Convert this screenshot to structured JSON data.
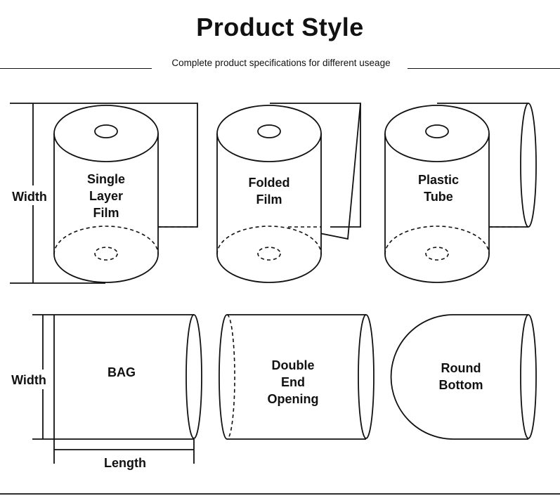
{
  "header": {
    "title": "Product Style",
    "subtitle": "Complete product specifications for different useage"
  },
  "styles": {
    "single_layer_film": [
      "Single",
      "Layer",
      "Film"
    ],
    "folded_film": [
      "Folded",
      "Film"
    ],
    "plastic_tube": [
      "Plastic",
      "Tube"
    ],
    "bag": [
      "BAG"
    ],
    "double_end_opening": [
      "Double",
      "End",
      "Opening"
    ],
    "round_bottom": [
      "Round",
      "Bottom"
    ]
  },
  "dimensions": {
    "width_label_top": "Width",
    "width_label_bottom": "Width",
    "length_label": "Length"
  },
  "colors": {
    "ink": "#111111",
    "background": "#ffffff"
  }
}
